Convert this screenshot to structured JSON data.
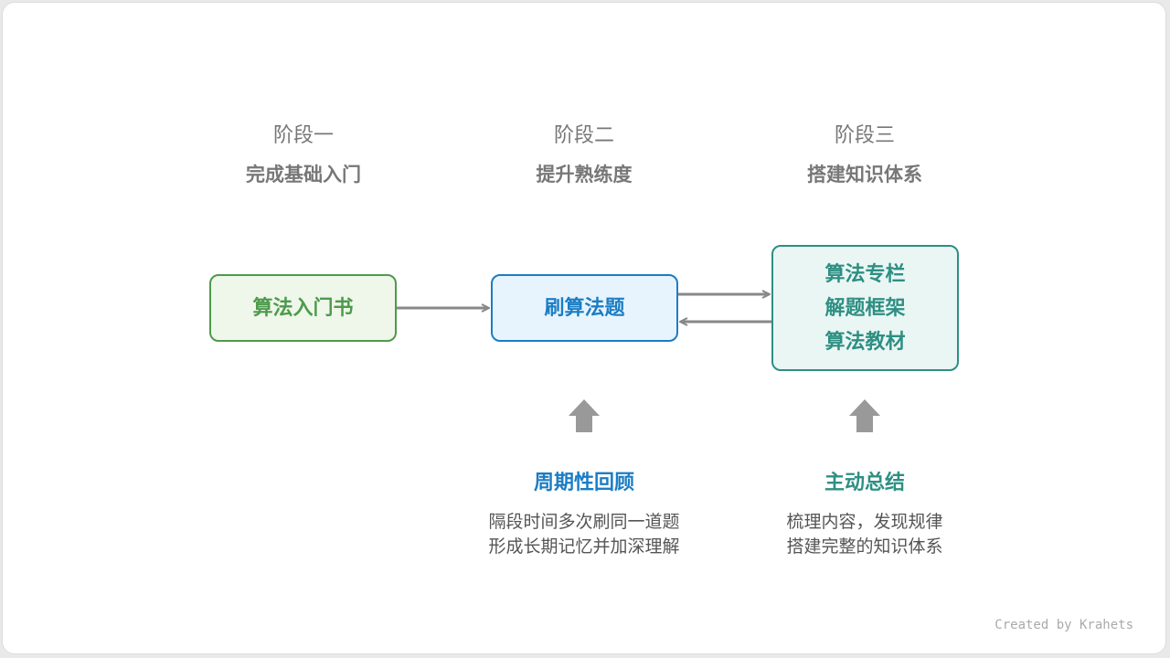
{
  "stages": [
    {
      "label": "阶段一",
      "title": "完成基础入门"
    },
    {
      "label": "阶段二",
      "title": "提升熟练度"
    },
    {
      "label": "阶段三",
      "title": "搭建知识体系"
    }
  ],
  "boxes": {
    "stage1": {
      "lines": [
        "算法入门书"
      ]
    },
    "stage2": {
      "lines": [
        "刷算法题"
      ]
    },
    "stage3": {
      "lines": [
        "算法专栏",
        "解题框架",
        "算法教材"
      ]
    }
  },
  "supports": {
    "stage2": {
      "title": "周期性回顾",
      "desc": [
        "隔段时间多次刷同一道题",
        "形成长期记忆并加深理解"
      ]
    },
    "stage3": {
      "title": "主动总结",
      "desc": [
        "梳理内容，发现规律",
        "搭建完整的知识体系"
      ]
    }
  },
  "credit": "Created by Krahets",
  "colors": {
    "green": "#4e9a4c",
    "blue": "#1b7dc4",
    "teal": "#2e8f83",
    "arrow": "#888888",
    "stage_text": "#777777"
  }
}
